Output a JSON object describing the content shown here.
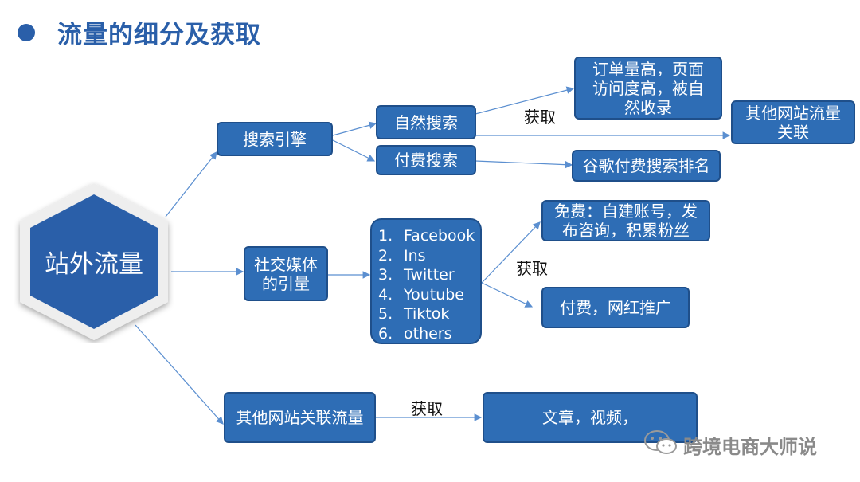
{
  "title": "流量的细分及获取",
  "center": "站外流量",
  "nodes": {
    "search_engine": "搜索引擎",
    "natural_search": "自然搜索",
    "paid_search": "付费搜索",
    "natural_result": "订单量高，页面\n访问度高，被自\n然收录",
    "other_sites_link": "其他网站流量\n关联",
    "google_paid": "谷歌付费搜索排名",
    "social_media": "社交媒体\n的引量",
    "free": "免费：自建账号，发\n布咨询，积累粉丝",
    "paid_influencer": "付费，网红推广",
    "other_sites": "其他网站关联流量",
    "articles": "文章，视频，"
  },
  "platforms": [
    {
      "num": "1.",
      "name": "Facebook"
    },
    {
      "num": "2.",
      "name": "Ins"
    },
    {
      "num": "3.",
      "name": "Twitter"
    },
    {
      "num": "4.",
      "name": "Youtube"
    },
    {
      "num": "5.",
      "name": "Tiktok"
    },
    {
      "num": "6.",
      "name": "others"
    }
  ],
  "labels": {
    "acquire_1": "获取",
    "acquire_2": "获取",
    "acquire_3": "获取"
  },
  "watermark": "跨境电商大师说",
  "colors": {
    "box_fill": "#2e6db5",
    "box_border": "#1f4f8a",
    "title": "#2a5fa9",
    "hex_fill": "#2a5fa9",
    "connector": "#5b8fd0"
  }
}
